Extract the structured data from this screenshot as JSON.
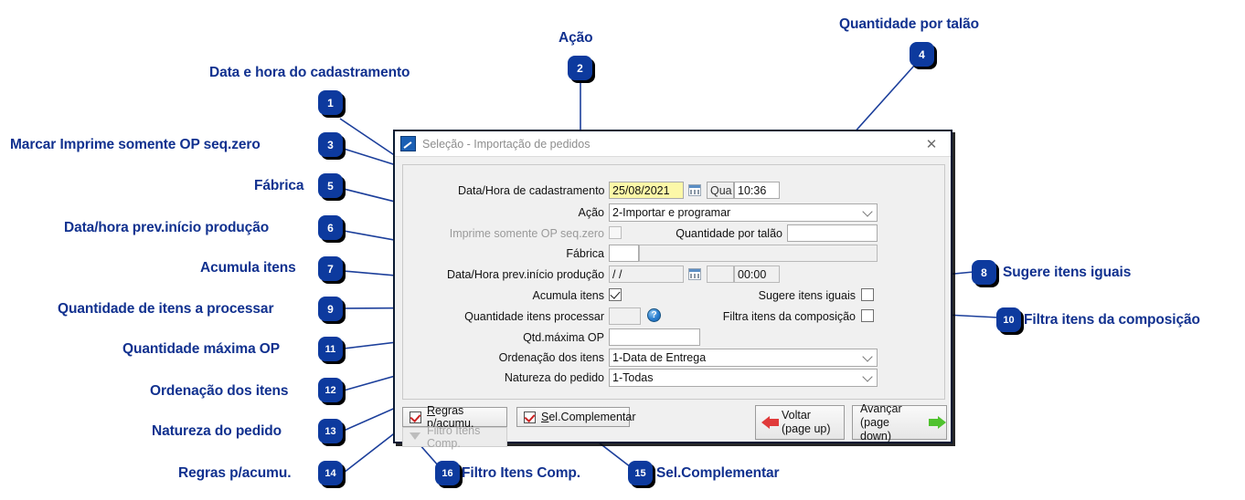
{
  "dialog": {
    "title": "Seleção - Importação de pedidos",
    "title_icon": "app-window-icon",
    "close_icon": "close-icon",
    "fields": {
      "data_hora_cadastramento_label": "Data/Hora de cadastramento",
      "data_hora_cadastramento_value": "25/08/2021",
      "data_hora_cadastramento_weekday": "Qua",
      "data_hora_cadastramento_time": "10:36",
      "acao_label": "Ação",
      "acao_value": "2-Importar e programar",
      "imprime_somente_label": "Imprime somente OP seq.zero",
      "quantidade_por_talao_label": "Quantidade por talão",
      "quantidade_por_talao_value": "",
      "fabrica_label": "Fábrica",
      "fabrica_value": "",
      "fabrica_desc": "",
      "data_hora_prev_label": "Data/Hora prev.início produção",
      "data_hora_prev_value": "/  /",
      "data_hora_prev_time": "00:00",
      "acumula_itens_label": "Acumula itens",
      "sugere_itens_iguais_label": "Sugere itens iguais",
      "quantidade_itens_processar_label": "Quantidade itens processar",
      "quantidade_itens_processar_value": "",
      "filtra_itens_composicao_label": "Filtra itens da composição",
      "qtd_maxima_op_label": "Qtd.máxima OP",
      "qtd_maxima_op_value": "",
      "ordenacao_itens_label": "Ordenação dos itens",
      "ordenacao_itens_value": "1-Data de Entrega",
      "natureza_pedido_label": "Natureza do pedido",
      "natureza_pedido_value": "1-Todas"
    },
    "buttons": {
      "regras_acumu": "Regras p/acumu.",
      "filtro_itens_comp": "Filtro Itens Comp.",
      "sel_complementar": "Sel.Complementar",
      "voltar_line1": "Voltar",
      "voltar_line2": "(page up)",
      "avancar_line1": "Avançar",
      "avancar_line2": "(page down)"
    }
  },
  "annotations": [
    {
      "num": "1",
      "label": "Data e hora do cadastramento"
    },
    {
      "num": "2",
      "label": "Ação"
    },
    {
      "num": "3",
      "label": "Marcar Imprime somente OP seq.zero"
    },
    {
      "num": "4",
      "label": "Quantidade por talão"
    },
    {
      "num": "5",
      "label": "Fábrica"
    },
    {
      "num": "6",
      "label": "Data/hora prev.início produção"
    },
    {
      "num": "7",
      "label": "Acumula itens"
    },
    {
      "num": "8",
      "label": "Sugere itens iguais"
    },
    {
      "num": "9",
      "label": "Quantidade de itens a processar"
    },
    {
      "num": "10",
      "label": "Filtra itens da composição"
    },
    {
      "num": "11",
      "label": "Quantidade máxima OP"
    },
    {
      "num": "12",
      "label": "Ordenação dos itens"
    },
    {
      "num": "13",
      "label": "Natureza do pedido"
    },
    {
      "num": "14",
      "label": "Regras p/acumu."
    },
    {
      "num": "15",
      "label": "Sel.Complementar"
    },
    {
      "num": "16",
      "label": "Filtro Itens Comp."
    }
  ],
  "colors": {
    "annotation_blue": "#11318f",
    "badge_blue": "#0d3a9e",
    "highlight_yellow": "#fcf8a8",
    "dialog_bg": "#f0f0f0"
  }
}
